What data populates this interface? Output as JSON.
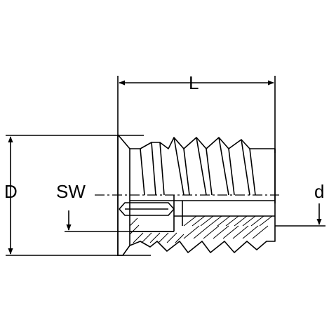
{
  "diagram": {
    "labels": {
      "length": "L",
      "outer_diameter": "D",
      "hex_socket": "SW",
      "inner_thread": "d"
    },
    "colors": {
      "stroke": "#000000",
      "background": "#ffffff"
    }
  }
}
